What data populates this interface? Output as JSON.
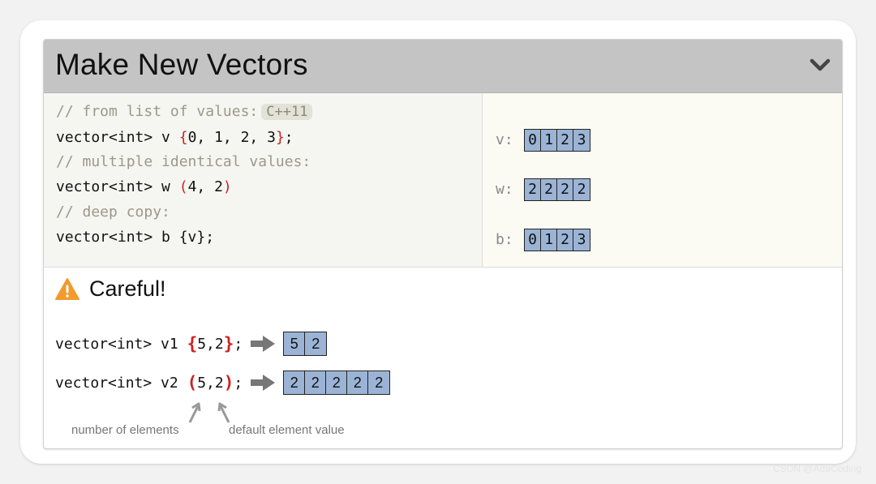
{
  "header": {
    "title": "Make New Vectors",
    "toggle_icon": "chevron-down-icon"
  },
  "code": {
    "comment1": "// from list of values:",
    "badge": "C++11",
    "line1_prefix": "vector<int> v ",
    "line1_open": "{",
    "line1_body": "0, 1, 2, 3",
    "line1_close": "}",
    "line1_end": ";",
    "comment2": "// multiple identical values:",
    "line2_prefix": "vector<int> w ",
    "line2_open": "(",
    "line2_body": "4, 2",
    "line2_close": ")",
    "comment3": "// deep copy:",
    "line3": "vector<int> b {v};"
  },
  "vectors": [
    {
      "label": "v:",
      "values": [
        "0",
        "1",
        "2",
        "3"
      ]
    },
    {
      "label": "w:",
      "values": [
        "2",
        "2",
        "2",
        "2"
      ]
    },
    {
      "label": "b:",
      "values": [
        "0",
        "1",
        "2",
        "3"
      ]
    }
  ],
  "careful": {
    "icon": "warning-icon",
    "title": "Careful!",
    "examples": [
      {
        "prefix": "vector<int> v1 ",
        "open": "{",
        "body": "5,2",
        "close": "}",
        "end": ";",
        "values": [
          "5",
          "2"
        ]
      },
      {
        "prefix": "vector<int> v2 ",
        "open": "(",
        "body": "5,2",
        "close": ")",
        "end": ";",
        "values": [
          "2",
          "2",
          "2",
          "2",
          "2"
        ]
      }
    ],
    "annotation_count": "number of elements",
    "annotation_value": "default element value"
  },
  "watermark": "CSDN @AdaCoding",
  "colors": {
    "header_bg": "#c4c4c4",
    "cell_fill": "#9bb4d6",
    "bracket_red": "#cc2222",
    "warning_orange": "#f29a2e"
  }
}
